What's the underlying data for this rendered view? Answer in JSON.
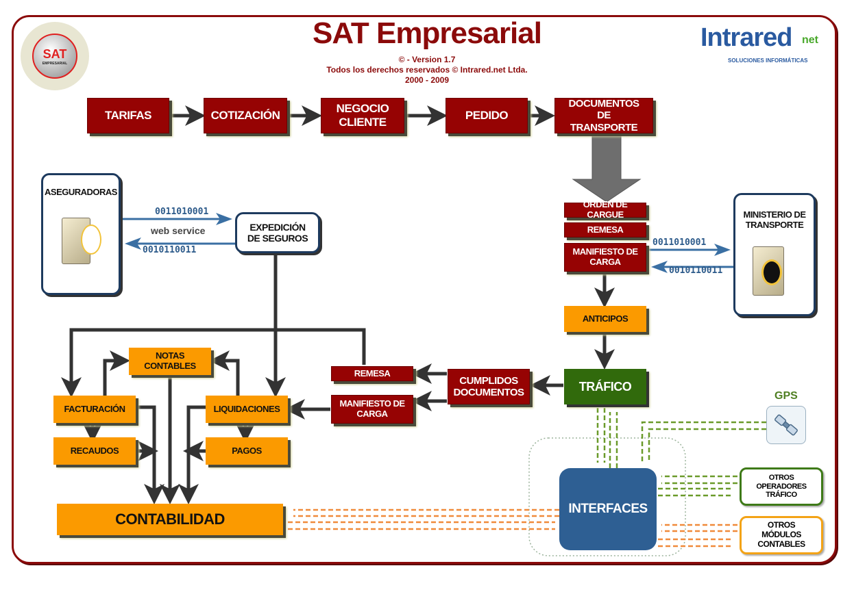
{
  "header": {
    "title": "SAT Empresarial",
    "version": "© - Version 1.7",
    "rights": "Todos los derechos reservados © Intrared.net Ltda.",
    "years": "2000 - 2009"
  },
  "logos": {
    "left_logo_text": "SAT",
    "left_logo_subtext": "EMPRESARIAL",
    "right_logo_text": "Intrared",
    "right_logo_suffix": "net",
    "right_logo_tagline": "SOLUCIONES INFORMÁTICAS"
  },
  "top_flow": [
    "TARIFAS",
    "COTIZACIÓN",
    "NEGOCIO CLIENTE",
    "PEDIDO",
    "DOCUMENTOS DE TRANSPORTE"
  ],
  "transport_docs": {
    "orden": "ORDEN DE CARGUE",
    "remesa": "REMESA",
    "manifiesto": "MANIFIESTO DE CARGA",
    "anticipos": "ANTICIPOS",
    "trafico": "TRÁFICO",
    "cumplidos": "CUMPLIDOS DOCUMENTOS",
    "remesa2": "REMESA",
    "manifiesto2": "MANIFIESTO DE CARGA"
  },
  "insurance": {
    "aseguradoras": "ASEGURADORAS",
    "expedicion": "EXPEDICIÓN DE SEGUROS",
    "bits_out": "0011010001",
    "bits_in": "0010110011",
    "web_service": "web service"
  },
  "ministry": {
    "name": "MINISTERIO DE TRANSPORTE",
    "bits_out": "0011010001",
    "bits_in": "0010110011"
  },
  "accounting": {
    "notas": "NOTAS CONTABLES",
    "facturacion": "FACTURACIÓN",
    "liquidaciones": "LIQUIDACIONES",
    "recaudos": "RECAUDOS",
    "pagos": "PAGOS",
    "contabilidad": "CONTABILIDAD"
  },
  "integrations": {
    "interfaces": "INTERFACES",
    "gps": "GPS",
    "otros_operadores": "OTROS OPERADORES TRÁFICO",
    "otros_modulos": "OTROS MÓDULOS CONTABLES"
  },
  "colors": {
    "brand_red": "#960303",
    "orange": "#fb9a00",
    "green": "#316a0c",
    "interface_blue": "#2e5f93",
    "link_blue": "#3a6fa3"
  }
}
